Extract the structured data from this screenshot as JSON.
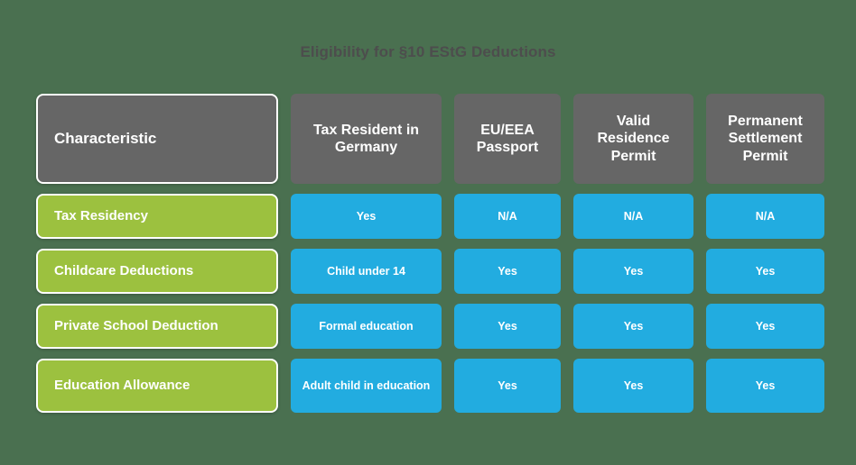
{
  "title": "Eligibility for §10 EStG Deductions",
  "colors": {
    "background": "#4a7050",
    "header": "#666666",
    "row_label": "#9cc13f",
    "data_cell": "#22ace0",
    "title_text": "#4d4d4d",
    "cell_text": "#ffffff"
  },
  "table": {
    "columns": [
      "Characteristic",
      "Tax Resident in Germany",
      "EU/EEA Passport",
      "Valid Residence Permit",
      "Permanent Settlement Permit"
    ],
    "rows": [
      {
        "label": "Tax Residency",
        "values": [
          "Yes",
          "N/A",
          "N/A",
          "N/A"
        ]
      },
      {
        "label": "Childcare Deductions",
        "values": [
          "Child under 14",
          "Yes",
          "Yes",
          "Yes"
        ]
      },
      {
        "label": "Private School Deduction",
        "values": [
          "Formal education",
          "Yes",
          "Yes",
          "Yes"
        ]
      },
      {
        "label": "Education Allowance",
        "values": [
          "Adult child in education",
          "Yes",
          "Yes",
          "Yes"
        ]
      }
    ]
  }
}
